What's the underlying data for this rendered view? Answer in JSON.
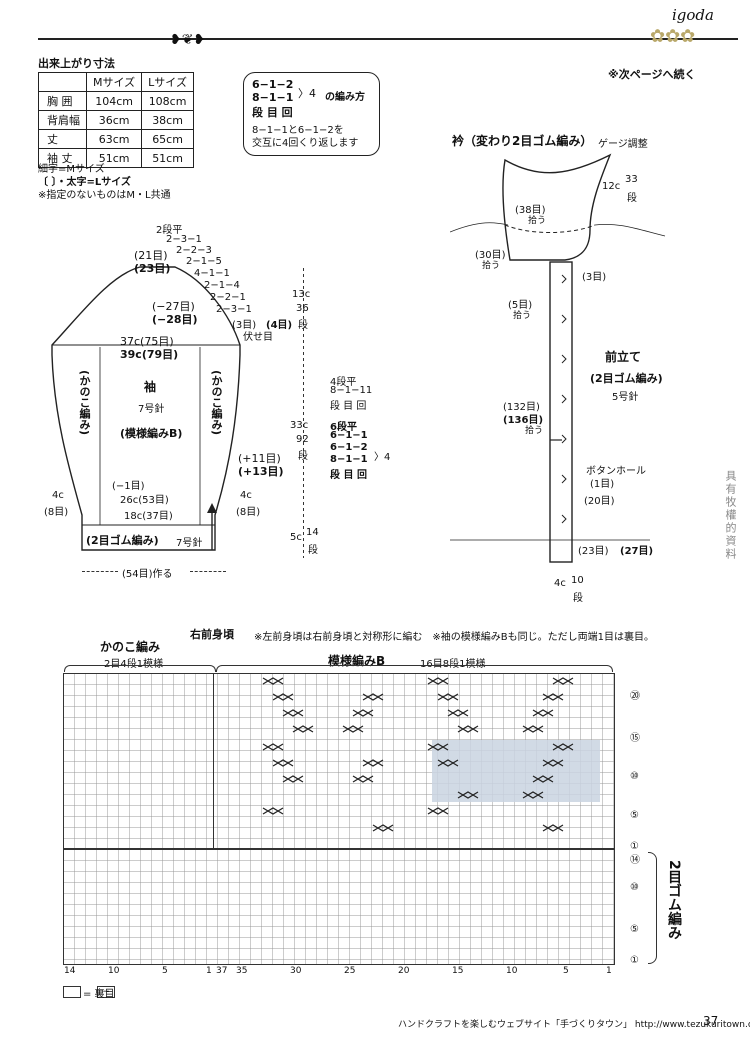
{
  "header": {
    "brand": "igoda",
    "continue_note": "※次ページへ続く"
  },
  "size_table": {
    "title": "出来上がり寸法",
    "columns": [
      "",
      "Mサイズ",
      "Lサイズ"
    ],
    "rows": [
      {
        "label": "胸 囲",
        "m": "104cm",
        "l": "108cm"
      },
      {
        "label": "背肩幅",
        "m": "36cm",
        "l": "38cm"
      },
      {
        "label": "丈",
        "m": "63cm",
        "l": "65cm"
      },
      {
        "label": "袖 丈",
        "m": "51cm",
        "l": "51cm"
      }
    ],
    "note1": "細字=Mサイズ",
    "note2": "〔 〕・太字=Lサイズ",
    "note3": "※指定のないものはM・L共通"
  },
  "decrease_note": {
    "line1": "6−1−2",
    "line2": "8−1−1",
    "arrow": "〉4",
    "title": "の編み方",
    "line3": "段 目 回",
    "desc1": "8−1−1と6−1−2を",
    "desc2": "交互に4回くり返します"
  },
  "sleeve": {
    "top_flat": "2段平",
    "dec": [
      "2−3−1",
      "2−2−3",
      "2−1−5",
      "4−1−1",
      "2−1−4",
      "2−2−1",
      "2−3−1"
    ],
    "top_m": "(21目)",
    "top_l": "(23目)",
    "side_m": "(−27目)",
    "side_l": "(−28目)",
    "bind_m": "(3目)",
    "bind_l": "(4目)",
    "bind_label": "伏せ目",
    "width_m": "37c(75目)",
    "width_l": "39c(79目)",
    "name": "袖",
    "needle": "7号針",
    "pattern": "(模様編みB)",
    "left_side": "(かのこ編み)",
    "right_side": "(かのこ編み)",
    "cap_h1": "13c",
    "cap_h2": "36",
    "cap_h3": "段",
    "inc_flat": "4段平",
    "inc_a": "8−1−11",
    "inc_b": "段 目 回",
    "body_h1": "33c",
    "body_h2": "92",
    "body_h3": "段",
    "inc2_flat": "6段平",
    "inc2_a": "6−1−1",
    "inc2_b": "6−1−2",
    "inc2_c": "8−1−1",
    "inc2_arrow": "〉4",
    "inc2_d": "段 目 回",
    "inc_m": "(+11目)",
    "inc_l": "(+13目)",
    "minus1": "(−1目)",
    "w26": "26c(53目)",
    "w18": "18c(37目)",
    "side4l": "4c",
    "side4l2": "(8目)",
    "side4r": "4c",
    "side4r2": "(8目)",
    "rib": "(2目ゴム編み)",
    "rib_needle": "7号針",
    "cast_on": "(54目)作る",
    "rib_h1": "5c",
    "rib_h2": "14",
    "rib_h3": "段"
  },
  "collar": {
    "title": "衿（変わり2目ゴム編み）",
    "gauge": "ゲージ調整",
    "h1": "12c",
    "h2": "33",
    "h3": "段",
    "pick38": "(38目)",
    "pick38b": "拾う",
    "pick30": "(30目)",
    "pick30b": "拾う",
    "three": "(3目)",
    "five": "(5目)",
    "fiveb": "拾う",
    "band": "前立て",
    "band_rib": "(2目ゴム編み)",
    "band_needle": "5号針",
    "pick132": "(132目)",
    "pick136": "(136目)",
    "pickb": "拾う",
    "buttonhole": "ボタンホール",
    "bh1": "(1目)",
    "bh20": "(20目)",
    "bottom_m": "(23目)",
    "bottom_l": "(27目)",
    "bw1": "4c",
    "bw2": "10",
    "bw3": "段"
  },
  "chart": {
    "title": "右前身頃",
    "note": "※左前身頃は右前身頃と対称形に編む　※袖の模様編みBも同じ。ただし両端1目は裏目。",
    "kanoko": "かのこ編み",
    "kanoko_rep": "2目4段1模様",
    "pattern_b": "模様編みB",
    "pattern_b_rep": "16目8段1模様",
    "rib_label": "2目ゴム編み",
    "row_labels_top": [
      "⑳",
      "⑮",
      "⑩",
      "⑤",
      "①"
    ],
    "row_labels_bottom": [
      "⑭",
      "⑩",
      "⑤",
      "①"
    ],
    "x_ticks": [
      "14",
      "10",
      "5",
      "1",
      "37",
      "35",
      "30",
      "25",
      "20",
      "15",
      "10",
      "5",
      "1"
    ],
    "legend": "= 裏目"
  },
  "side_text": "具有牧權的資料",
  "footer": {
    "site": "ハンドクラフトを楽しむウェブサイト「手づくりタウン」 http://www.tezukuritown.com",
    "page": "37"
  }
}
